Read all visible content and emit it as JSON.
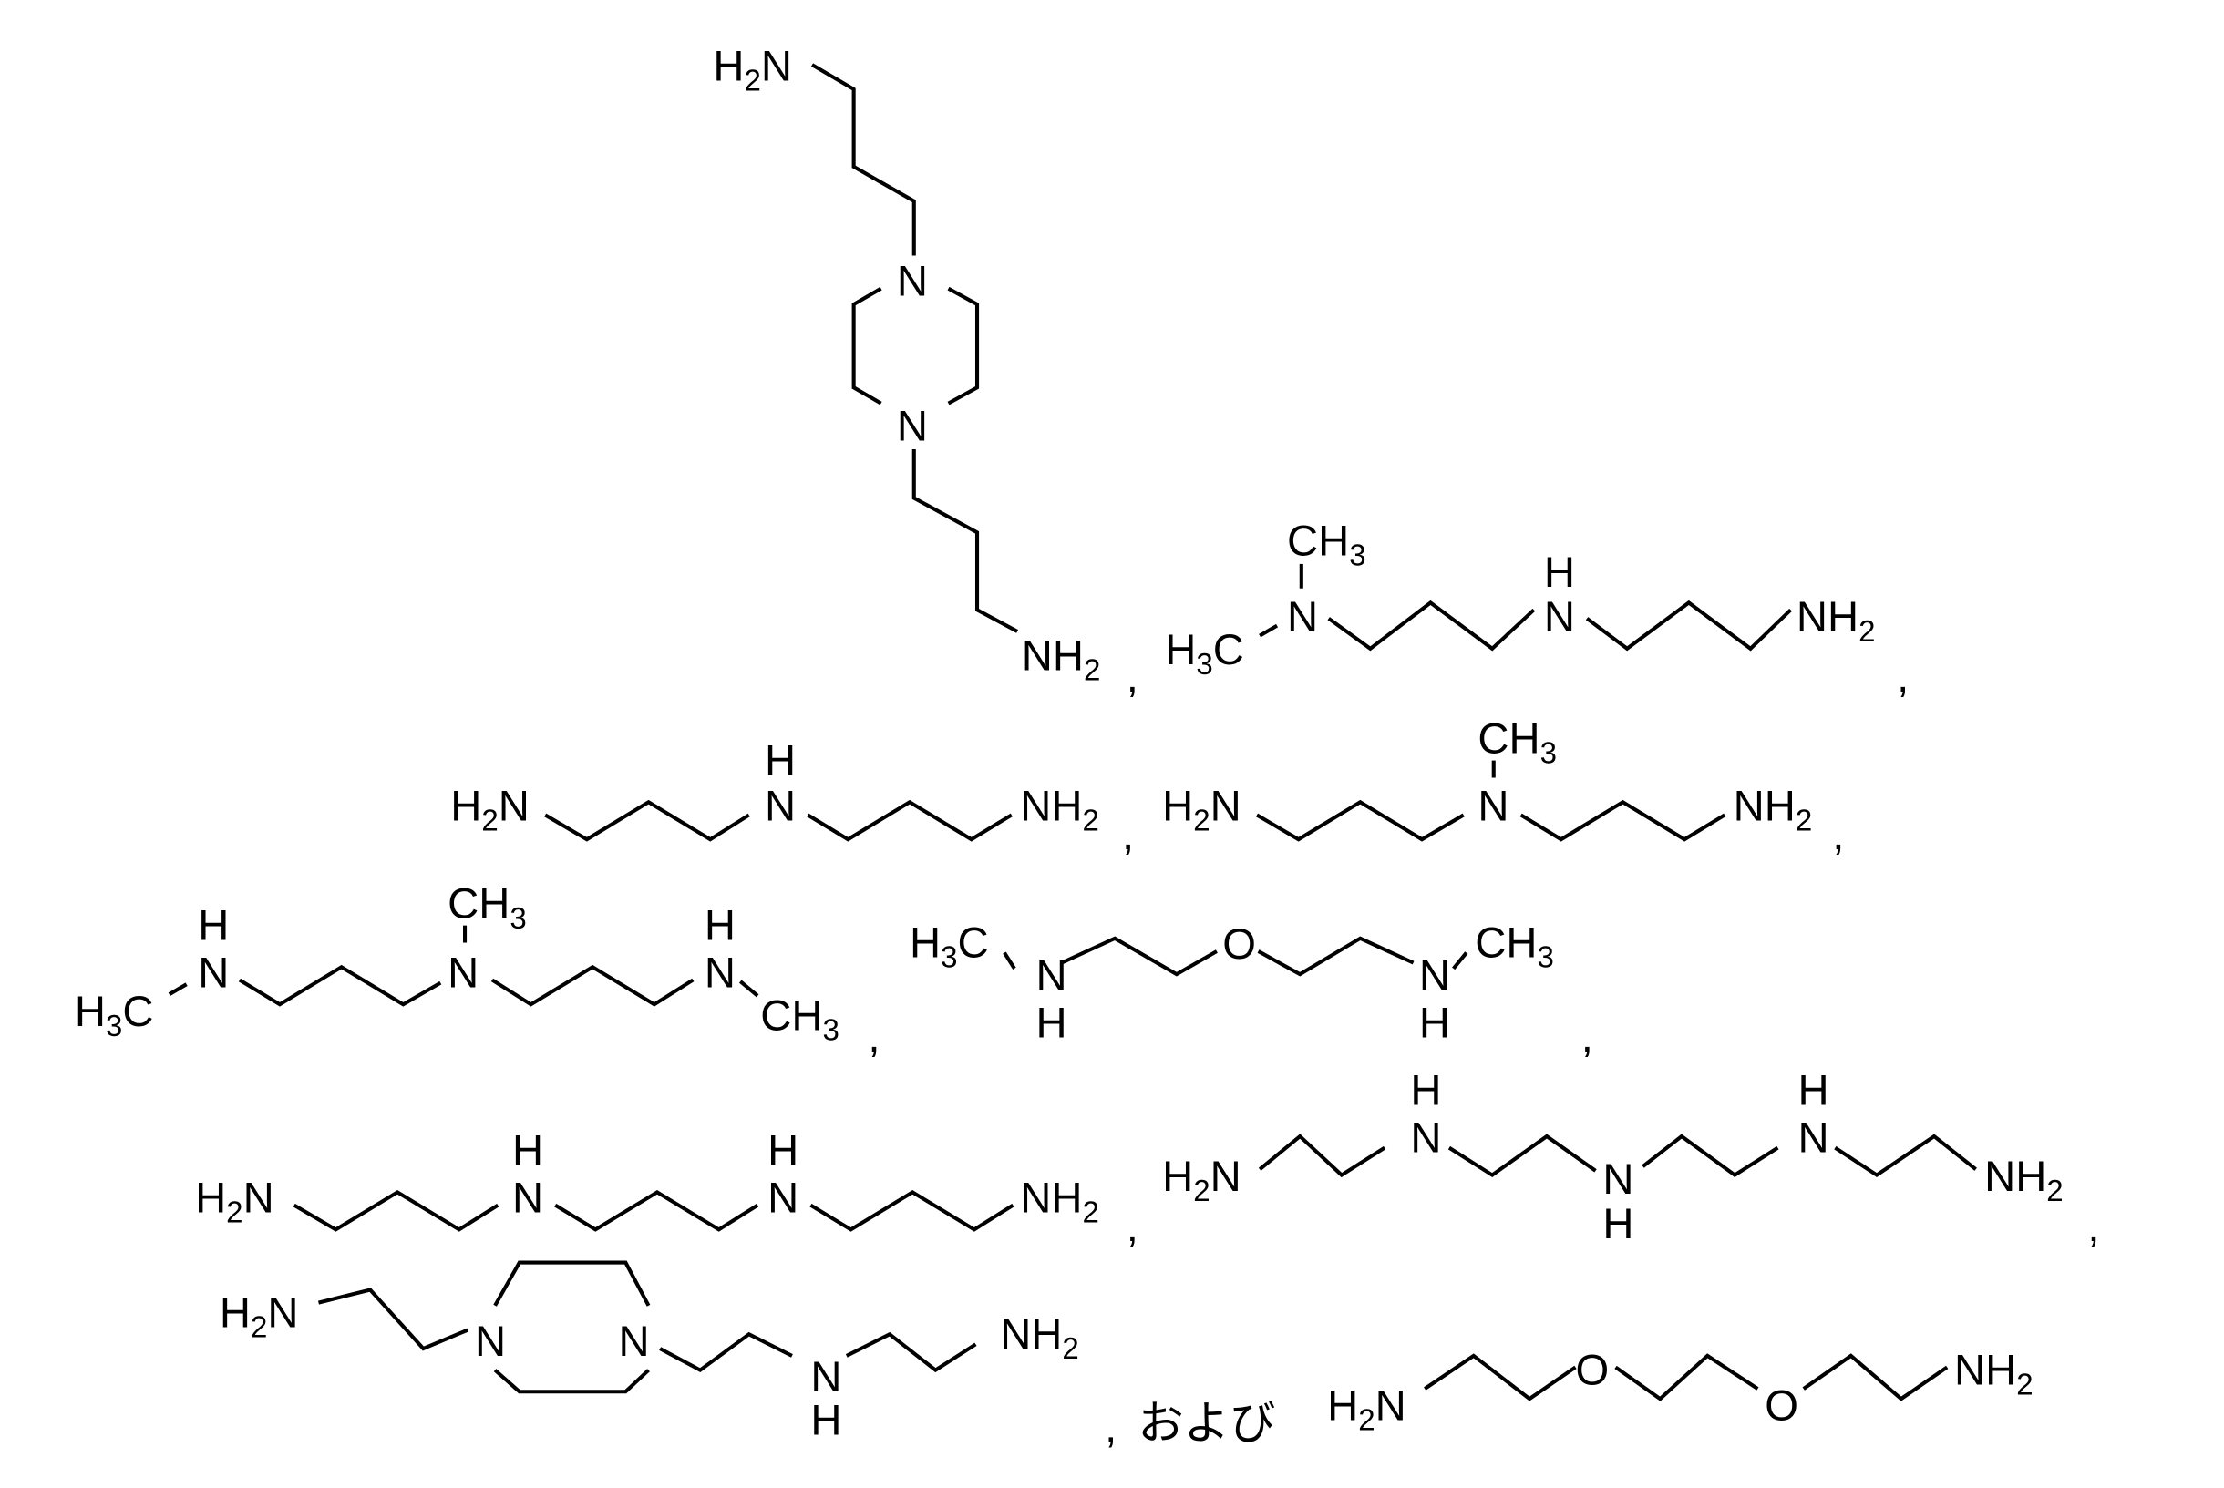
{
  "document": {
    "type": "chemical-structure-list",
    "background": "#ffffff",
    "ink_color": "#000000",
    "separator": ",",
    "conjunction": "および",
    "compounds": [
      {
        "id": 1,
        "name": "1,4-bis(3-aminopropyl)piperazine",
        "labels": {
          "a": "H",
          "a2": "2",
          "a3": "N",
          "n1": "N",
          "n2": "N",
          "b": "NH",
          "b2": "2"
        }
      },
      {
        "id": 2,
        "name": "N,N-dimethyldipropylenetriamine",
        "labels": {
          "me_top": "CH",
          "me_top3": "3",
          "me_left": "H",
          "me_left3": "3",
          "me_leftC": "C",
          "n1": "N",
          "nh_h": "H",
          "n2": "N",
          "end": "NH",
          "end2": "2"
        }
      },
      {
        "id": 3,
        "name": "dipropylenetriamine",
        "labels": {
          "start": "H",
          "start2": "2",
          "startN": "N",
          "nh_h": "H",
          "n": "N",
          "end": "NH",
          "end2": "2"
        }
      },
      {
        "id": 4,
        "name": "N-methyldipropylenetriamine",
        "labels": {
          "start": "H",
          "start2": "2",
          "startN": "N",
          "me": "CH",
          "me3": "3",
          "n": "N",
          "end": "NH",
          "end2": "2"
        }
      },
      {
        "id": 5,
        "name": "N,N',N''-trimethyldipropylenetriamine",
        "labels": {
          "h1": "H",
          "n1": "N",
          "me1": "H",
          "me1_3": "3",
          "me1C": "C",
          "me2": "CH",
          "me2_3": "3",
          "n2": "N",
          "h3": "H",
          "n3": "N",
          "me3": "CH",
          "me3_3": "3"
        }
      },
      {
        "id": 6,
        "name": "N,N'-dimethyl-2,2'-oxybis(ethylamine)",
        "labels": {
          "me1": "H",
          "me1_3": "3",
          "me1C": "C",
          "n1": "N",
          "h1": "H",
          "o": "O",
          "n2": "N",
          "h2": "H",
          "me2": "CH",
          "me2_3": "3"
        }
      },
      {
        "id": 7,
        "name": "N,N'-bis(3-aminopropyl)-1,3-propanediamine",
        "labels": {
          "start": "H",
          "start2": "2",
          "startN": "N",
          "h1": "H",
          "n1": "N",
          "h2": "H",
          "n2": "N",
          "end": "NH",
          "end2": "2"
        }
      },
      {
        "id": 8,
        "name": "tetraethylenepentamine",
        "labels": {
          "start": "H",
          "start2": "2",
          "startN": "N",
          "h1": "H",
          "n1": "N",
          "n2": "N",
          "h2": "H",
          "h3": "H",
          "n3": "N",
          "end": "NH",
          "end2": "2"
        }
      },
      {
        "id": 9,
        "name": "N-[2-(4-(2-aminoethyl)piperazin-1-yl)ethyl]ethylenediamine",
        "labels": {
          "start": "H",
          "start2": "2",
          "startN": "N",
          "n1": "N",
          "n2": "N",
          "n3": "N",
          "h": "H",
          "end": "NH",
          "end2": "2"
        }
      },
      {
        "id": 10,
        "name": "2,2'-(ethylenedioxy)bis(ethylamine)",
        "labels": {
          "start": "H",
          "start2": "2",
          "startN": "N",
          "o1": "O",
          "o2": "O",
          "end": "NH",
          "end2": "2"
        }
      }
    ]
  }
}
